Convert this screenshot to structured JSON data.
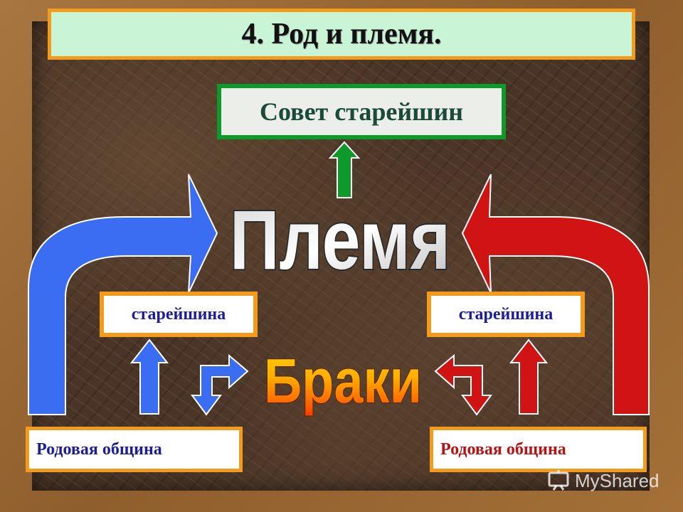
{
  "title": "4. Род и племя.",
  "council": "Совет старейшин",
  "tribe_label": "Племя",
  "marriages_label": "Браки",
  "elder_left": "старейшина",
  "elder_right": "старейшина",
  "clan_left": "Родовая община",
  "clan_right": "Родовая община",
  "watermark": "MyShared",
  "colors": {
    "blue_arrow": "#3a6df2",
    "red_arrow": "#d01414",
    "green_arrow": "#0e9a2a",
    "orange_border": "#f29b1c",
    "title_bg": "#c9f4d6"
  },
  "icons": [
    "up-arrow-icon",
    "curved-arrow-icon",
    "presentation-icon"
  ]
}
